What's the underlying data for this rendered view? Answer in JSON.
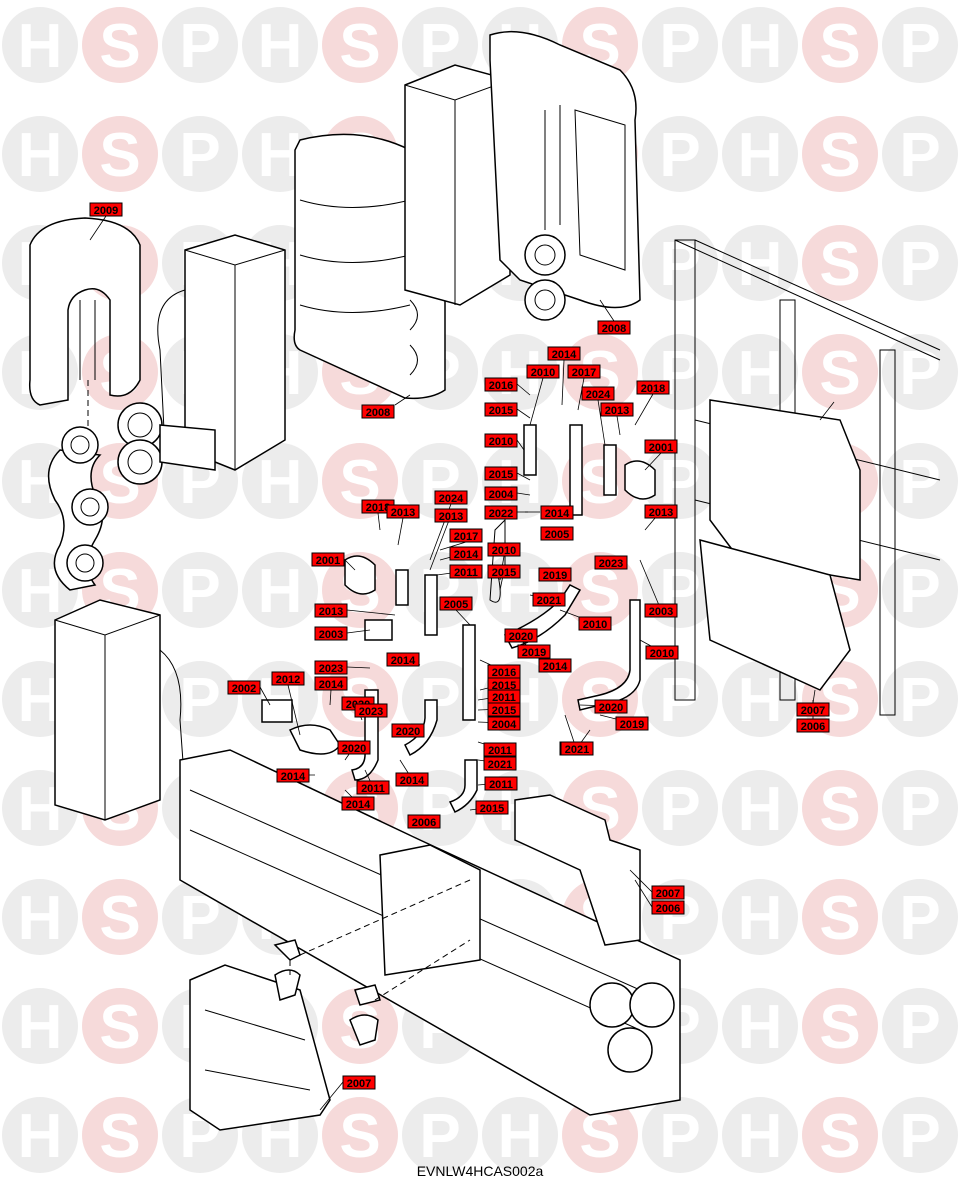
{
  "watermark": {
    "letters": [
      "H",
      "S",
      "P"
    ],
    "circle_color": "#ececec",
    "letter_color": "#ffffff",
    "accent_circle_color": "#f6dada"
  },
  "callout_style": {
    "fill": "#ff0000",
    "stroke": "#000000"
  },
  "drawing_id": "EVNLW4HCAS002a",
  "callouts": [
    "2009",
    "2008",
    "2008",
    "2014",
    "2016",
    "2010",
    "2017",
    "2024",
    "2018",
    "2015",
    "2013",
    "2010",
    "2001",
    "2015",
    "2004",
    "2013",
    "2022",
    "2014",
    "2018",
    "2013",
    "2024",
    "2013",
    "2005",
    "2017",
    "2014",
    "2010",
    "2023",
    "2001",
    "2011",
    "2015",
    "2019",
    "2021",
    "2003",
    "2010",
    "2013",
    "2005",
    "2020",
    "2003",
    "2014",
    "2019",
    "2010",
    "2016",
    "2014",
    "2023",
    "2015",
    "2012",
    "2011",
    "2002",
    "2014",
    "2020",
    "2015",
    "2004",
    "2020",
    "2023",
    "2020",
    "2019",
    "2020",
    "2014",
    "2014",
    "2022",
    "2011",
    "2021",
    "2011",
    "2011",
    "2014",
    "2021",
    "2015",
    "2006",
    "2007",
    "2006",
    "2007",
    "2006",
    "2007"
  ]
}
